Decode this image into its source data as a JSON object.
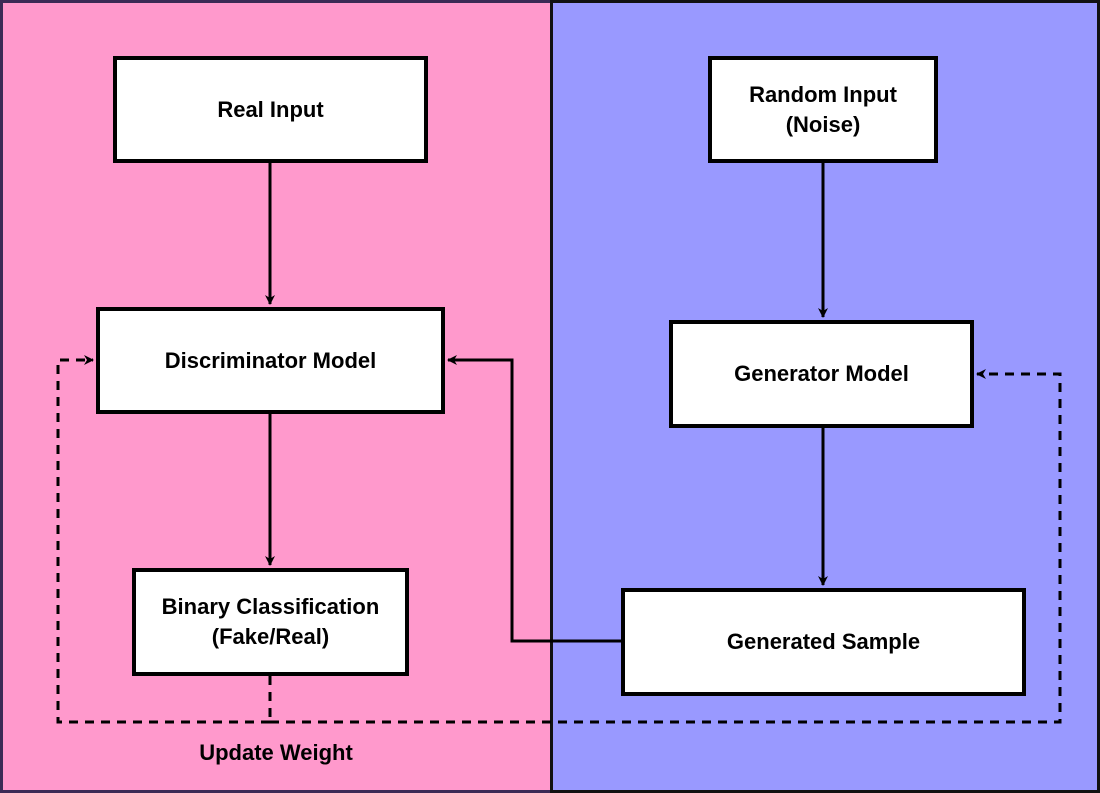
{
  "colors": {
    "left_panel": "#ff99cc",
    "right_panel": "#9999ff",
    "outer_frame": "#3b2a55"
  },
  "nodes": {
    "real_input": "Real Input",
    "random_input": "Random Input\n(Noise)",
    "discriminator": "Discriminator Model",
    "generator": "Generator Model",
    "binary_classification": "Binary Classification\n(Fake/Real)",
    "generated_sample": "Generated Sample"
  },
  "labels": {
    "update_weight": "Update Weight"
  }
}
